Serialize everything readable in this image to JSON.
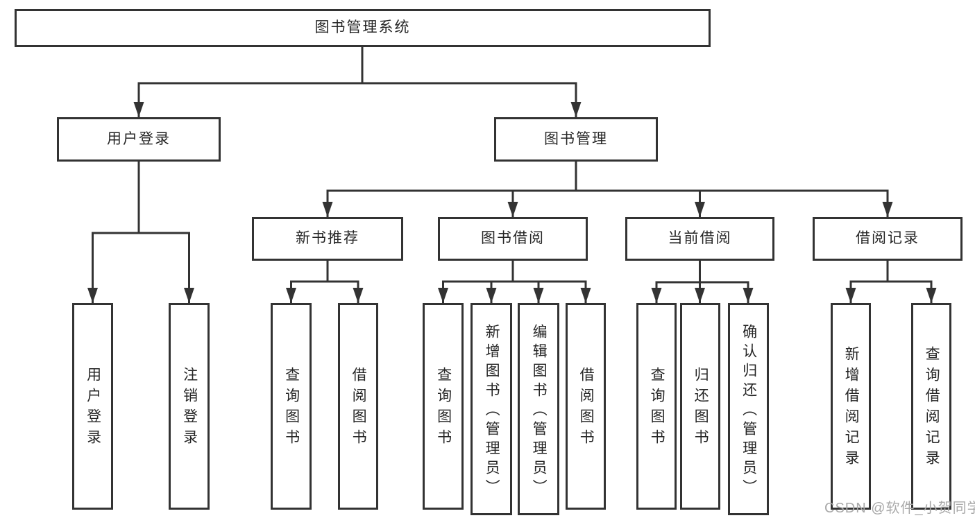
{
  "diagram": {
    "root": {
      "label": "图书管理系统"
    },
    "user_login": {
      "label": "用户登录",
      "children": [
        {
          "label": "用户登录"
        },
        {
          "label": "注销登录"
        }
      ]
    },
    "book_management": {
      "label": "图书管理",
      "groups": [
        {
          "label": "新书推荐",
          "children": [
            {
              "label": "查询图书"
            },
            {
              "label": "借阅图书"
            }
          ]
        },
        {
          "label": "图书借阅",
          "children": [
            {
              "label": "查询图书"
            },
            {
              "label": "新增图书（管理员）"
            },
            {
              "label": "编辑图书（管理员）"
            },
            {
              "label": "借阅图书"
            }
          ]
        },
        {
          "label": "当前借阅",
          "children": [
            {
              "label": "查询图书"
            },
            {
              "label": "归还图书"
            },
            {
              "label": "确认归还（管理员）"
            }
          ]
        },
        {
          "label": "借阅记录",
          "children": [
            {
              "label": "新增借阅记录"
            },
            {
              "label": "查询借阅记录"
            }
          ]
        }
      ]
    }
  },
  "watermark": "CSDN @软件_小贺同学",
  "colors": {
    "line": "#333333",
    "box_border": "#333333",
    "text": "#262626",
    "watermark": "#a9a9a9"
  }
}
